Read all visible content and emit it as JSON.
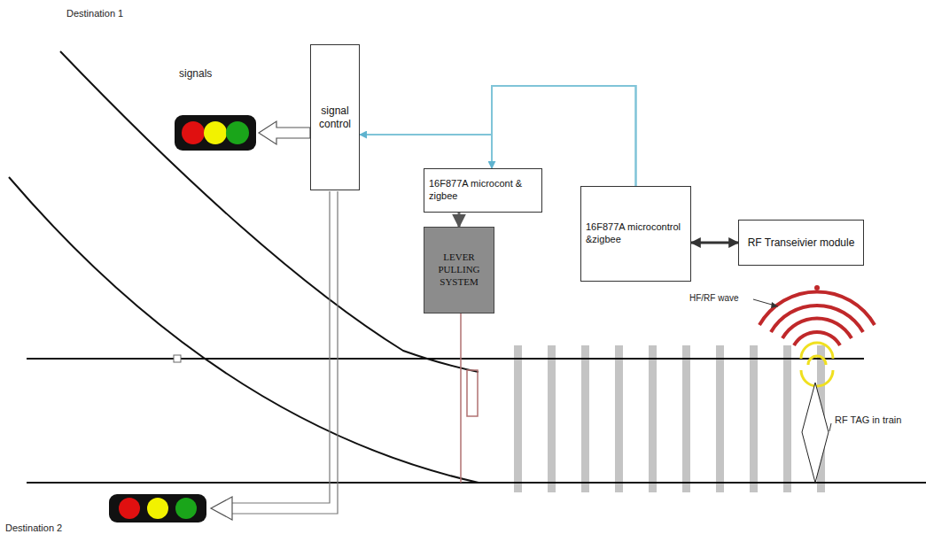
{
  "diagram": {
    "nodes": [
      {
        "text": [
          "signal control"
        ]
      },
      {
        "text": [
          "16F877A microcont & zigbee"
        ]
      },
      {
        "text": [
          "LEVER PULLING SYSTEM"
        ]
      },
      {
        "text": [
          "16F877A microcontrol &zigbee"
        ]
      },
      {
        "text": [
          "RF Transeivier module"
        ]
      }
    ],
    "edges": [
      {
        "from": 3,
        "to": 0,
        "arrow": "to"
      },
      {
        "from": 3,
        "to": 1,
        "arrow": "to"
      },
      {
        "from": 1,
        "to": 2,
        "arrow": "to"
      },
      {
        "from": 3,
        "to": 4,
        "arrow": "both"
      }
    ],
    "labels": [
      "Destination 1",
      "signals",
      "HF/RF wave",
      "RF TAG in train",
      "Destination 2"
    ]
  }
}
